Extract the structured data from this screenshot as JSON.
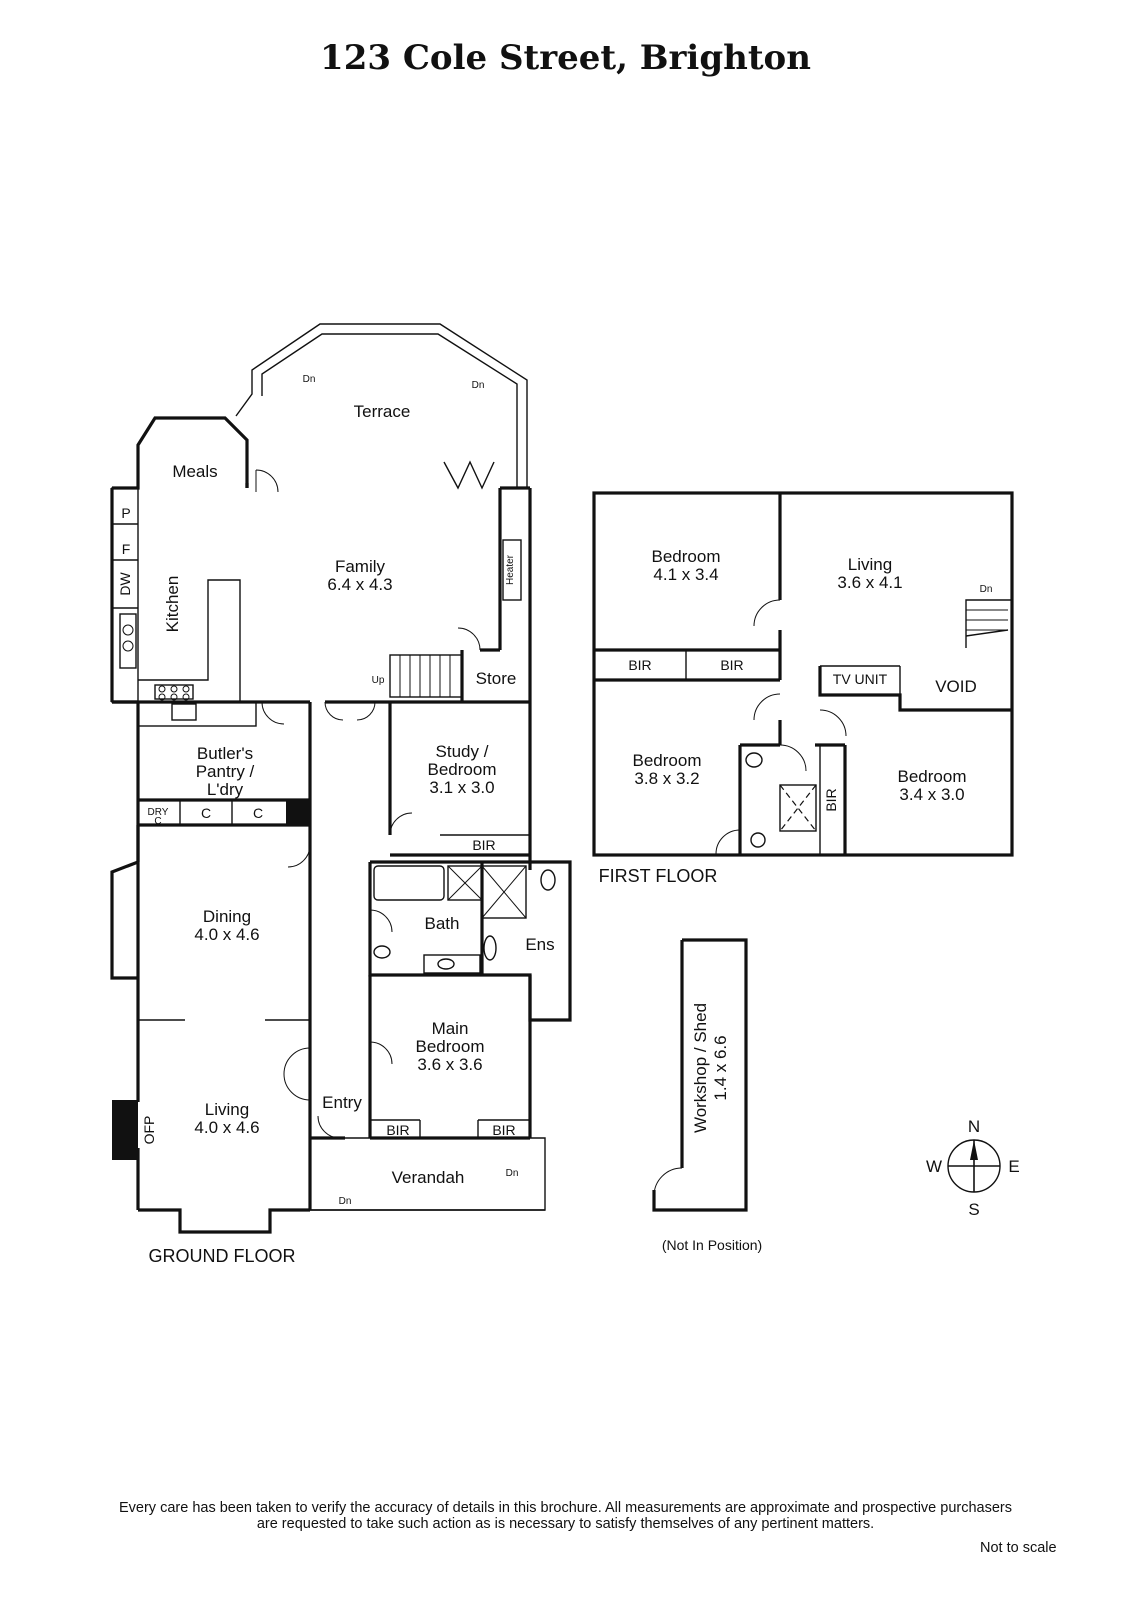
{
  "title": "123 Cole Street, Brighton",
  "floors": {
    "ground": "GROUND FLOOR",
    "first": "FIRST FLOOR"
  },
  "rooms": {
    "terrace": "Terrace",
    "meals": "Meals",
    "kitchen": "Kitchen",
    "family": "Family",
    "family_dim": "6.4 x 4.3",
    "heater": "Heater",
    "store": "Store",
    "butlers_1": "Butler's",
    "butlers_2": "Pantry /",
    "butlers_3": "L'dry",
    "dry": "DRY",
    "c": "C",
    "study_1": "Study /",
    "study_2": "Bedroom",
    "study_dim": "3.1 x 3.0",
    "dining": "Dining",
    "dining_dim": "4.0 x 4.6",
    "bath": "Bath",
    "ens": "Ens",
    "main_1": "Main",
    "main_2": "Bedroom",
    "main_dim": "3.6 x 3.6",
    "living": "Living",
    "living_dim": "4.0 x 4.6",
    "ofp": "OFP",
    "entry": "Entry",
    "verandah": "Verandah",
    "bir": "BIR",
    "p": "P",
    "f": "F",
    "dw": "DW",
    "up": "Up",
    "dn": "Dn",
    "bed1": "Bedroom",
    "bed1_dim": "4.1 x 3.4",
    "living2": "Living",
    "living2_dim": "3.6 x 4.1",
    "tv_unit": "TV UNIT",
    "void": "VOID",
    "bed2": "Bedroom",
    "bed2_dim": "3.8 x 3.2",
    "bed3": "Bedroom",
    "bed3_dim": "3.4 x 3.0",
    "workshop": "Workshop / Shed",
    "workshop_dim": "1.4 x 6.6",
    "not_in_position": "(Not In Position)"
  },
  "compass": {
    "n": "N",
    "s": "S",
    "e": "E",
    "w": "W"
  },
  "disclaimer_1": "Every care has been taken to verify the accuracy of details in this brochure.  All measurements are approximate and prospective purchasers",
  "disclaimer_2": "are requested to take such action as is necessary to satisfy themselves of any pertinent matters.",
  "not_to_scale": "Not to scale"
}
